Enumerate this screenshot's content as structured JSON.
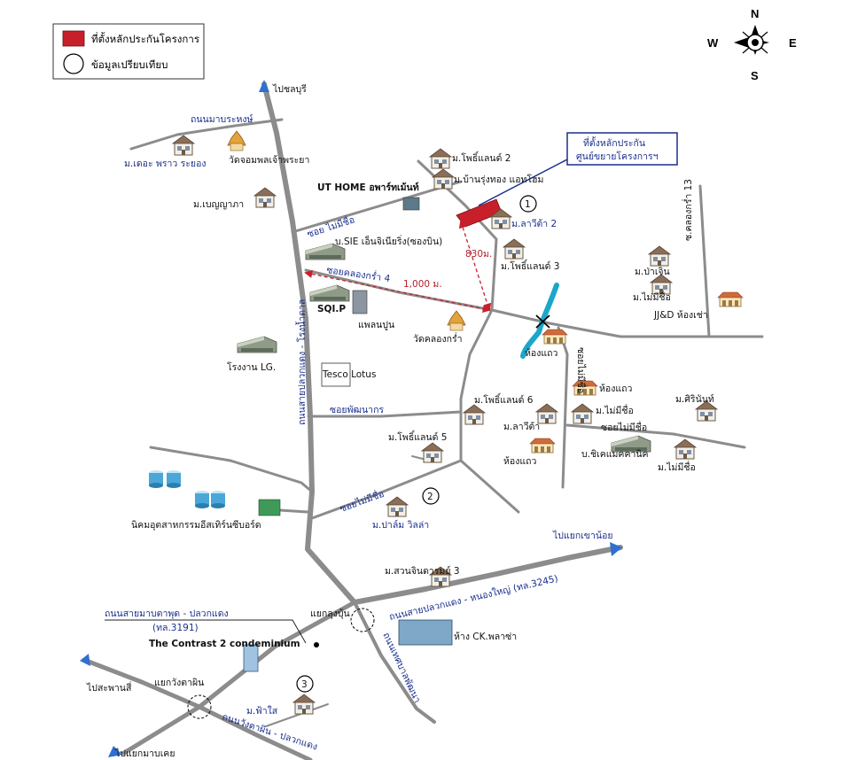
{
  "legend": {
    "project_site": "ที่ตั้งหลักประกันโครงการ",
    "comparable": "ข้อมูลเปรียบเทียบ"
  },
  "compass": {
    "n": "N",
    "s": "S",
    "e": "E",
    "w": "W"
  },
  "callout": {
    "line1": "ที่ตั้งหลักประกัน",
    "line2": "ศูนย์ขยายโครงการฯ"
  },
  "directions": {
    "chonburi": "ไปชลบุรี",
    "khao_mai": "ไปแยกเขาน้อย",
    "saphan_si": "ไปสะพานสี่",
    "yaek_map_kha": "ไปแยกมาบเคย"
  },
  "roads": {
    "map_ta_phut_bypass": "ถนนมาบระหงษ์",
    "main_vertical": "ถนนสายปลวกแดง - โรงน้ำตาล",
    "soi_no_name_1": "ซอย ไม่มีชื่อ",
    "soi_khlong_kra_4": "ซอยคลองกร่ำ 4",
    "soi_phatthana_kon": "ซอยพัฒนากร",
    "soi_no_name_2": "ซอยไม่มีชื่อ",
    "khlong_kra_13": "ซ.คลองกร่ำ 13",
    "soi_no_name_east": "ซอยไม่มีชื่อ",
    "soi_no_name_3": "ซอยไม่มีชื่อ",
    "pluak_daeng_nong_yai": "ถนนสายปลวกแดง - หนองใหญ่ (ทล.3245)",
    "map_ta_phut_pluak_daeng": "ถนนสายมาบตาพุด - ปลวกแดง",
    "route_3191": "(ทล.3191)",
    "thetsaban_phatthana": "ถนนเทศบาลพัฒนา",
    "wang_ta_phin": "ถนนวังตาผิน - ปลวกแดง"
  },
  "distances": {
    "d830": "830ม.",
    "d1000": "1,000 ม."
  },
  "places": {
    "the_royal": "ม.เดอะ พราว ระยอง",
    "wat_chom": "วัดจอมพลเจ้าพระยา",
    "benyapa": "ม.เบญญาภา",
    "ut_home": "UT HOME อพาร์ทเม้นท์",
    "prosland2": "ม.โพธิ์แลนด์ 2",
    "baan_rung": "ม.บ้านรุ่งทอง แอทโฮม",
    "larita2": "ม.ลาวีต้า 2",
    "sie": "บ.SIE เอ็นจิเนียริ่ง(ซองบิน)",
    "prosland3": "ม.โพธิ์แลนด์ 3",
    "sqi": "SQI.P",
    "plan_poon": "แพลนปูน",
    "wat_khlong_kra": "วัดคลองกร่ำ",
    "lg_factory": "โรงงาน LG.",
    "tesco": "Tesco Lotus",
    "mapachen": "ม.ป่าเจิน",
    "mai_mi_chue_ne": "ม.ไม่มีชื่อ",
    "jjd": "JJ&D ห้องเช่า",
    "hong_thaew_1": "ห้องแถว",
    "prosland6": "ม.โพธิ์แลนด์ 6",
    "hong_thaew_2": "ห้องแถว",
    "mai_mi_chue_2": "ม.ไม่มีชื่อ",
    "sirinan": "ม.ศิรินันท์",
    "larita": "ม.ลาวีต้า",
    "hong_thaew_3": "ห้องแถว",
    "chikhem": "บ.ชิเคแมคคานิค",
    "mai_mi_chue_3": "ม.ไม่มีชื่อ",
    "prosland5": "ม.โพธิ์แลนด์ 5",
    "palm_villa": "ม.ปาล์ม วิลล่า",
    "estate": "นิคมอุตสาหกรรมอีสเทิร์นซีบอร์ด",
    "suan_chindarom": "ม.สวนจินดารมย์ 3",
    "yaek_lung_bun": "แยกลุงบุ้น",
    "ck_plaza": "ห้าง CK.พลาซ่า",
    "contrast": "The Contrast 2 condeminium",
    "yaek_wang_ta_phin": "แยกวังตาผิน",
    "fa_sai": "ม.ฟ้าใส"
  },
  "markers": {
    "m1": "1",
    "m2": "2",
    "m3": "3"
  },
  "colors": {
    "project": "#c8202a",
    "road": "#8c8c8c",
    "label_blue": "#1a2f8c",
    "river": "#1aa7c9",
    "dash": "#c8202a",
    "arrow_blue": "#2f6fd0"
  }
}
